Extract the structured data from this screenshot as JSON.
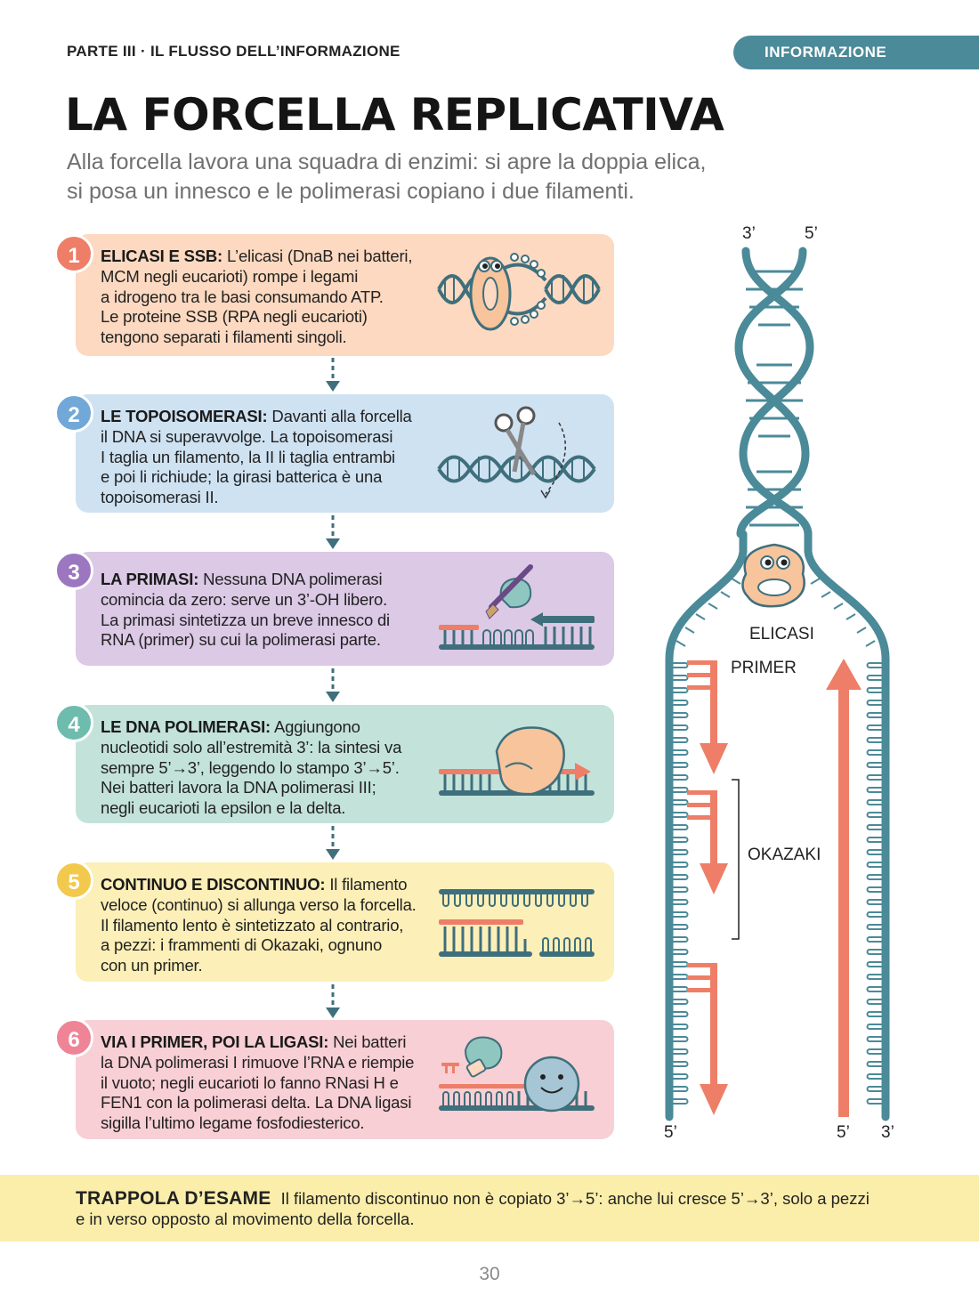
{
  "header": {
    "part": "PARTE III · IL FLUSSO DELL’INFORMAZIONE",
    "tab": "INFORMAZIONE",
    "accent_color": "#4b8a98"
  },
  "title": "LA FORCELLA REPLICATIVA",
  "subtitle": {
    "line1": "Alla forcella lavora una squadra di enzimi: si apre la doppia elica,",
    "line2": "si posa un innesco e le polimerasi copiano i due filamenti."
  },
  "steps": [
    {
      "number": "1",
      "heading": "ELICASI E SSB",
      "sep": ":",
      "lines": [
        "L’elicasi (DnaB nei batteri,",
        "MCM negli eucarioti) rompe i legami",
        "a idrogeno tra le basi consumando ATP.",
        "Le proteine SSB (RPA negli eucarioti)",
        "tengono separati i filamenti singoli."
      ],
      "icon": "helicase-opening-helix-icon",
      "card_color": "#fcd9c0",
      "badge_color": "#ee7e67"
    },
    {
      "number": "2",
      "heading": "LE TOPOISOMERASI:",
      "sep": "",
      "lines": [
        "Davanti alla forcella",
        "il DNA si superavvolge. La topoisomerasi",
        "I taglia un filamento, la II li taglia entrambi",
        "e poi li richiude; la girasi batterica è una",
        "topoisomerasi II."
      ],
      "icon": "scissors-cutting-helix-icon",
      "card_color": "#cfe2f2",
      "badge_color": "#72a8d8"
    },
    {
      "number": "3",
      "heading": "LA PRIMASI",
      "sep": ":",
      "lines": [
        "Nessuna DNA polimerasi",
        "comincia da zero: serve un 3’-OH libero.",
        "La primasi sintetizza un breve innesco di",
        "RNA (primer) su cui la polimerasi parte."
      ],
      "icon": "paintbrush-primer-icon",
      "card_color": "#dbc9e6",
      "badge_color": "#9c77c0"
    },
    {
      "number": "4",
      "heading": "LE DNA POLIMERASI",
      "sep": ":",
      "lines": [
        "Aggiungono",
        "nucleotidi solo all’estremità 3’: la sintesi va",
        "sempre 5’→3’, leggendo lo stampo 3’→5’.",
        "Nei batteri lavora la DNA polimerasi III;",
        "negli eucarioti la epsilon e la delta."
      ],
      "icon": "polymerase-hand-icon",
      "card_color": "#c3e3da",
      "badge_color": "#6dbcae"
    },
    {
      "number": "5",
      "heading": "CONTINUO E DISCONTINUO",
      "sep": ":",
      "lines": [
        "Il filamento",
        "veloce (continuo) si allunga verso la forcella.",
        "Il filamento lento è sintetizzato al contrario,",
        "a pezzi: i frammenti di Okazaki, ognuno",
        "con un primer."
      ],
      "icon": "leading-lagging-strands-icon",
      "card_color": "#fcefb7",
      "badge_color": "#f2c94c"
    },
    {
      "number": "6",
      "heading": "VIA I PRIMER, POI LA LIGASI:",
      "sep": "",
      "lines": [
        "Nei batteri",
        "la DNA polimerasi I rimuove l’RNA e riempie",
        "il vuoto; negli eucarioti lo fanno RNasi H e",
        "FEN1 con la polimerasi delta. La DNA ligasi",
        "sigilla l’ultimo legame fosfodiesterico."
      ],
      "icon": "ligase-smiling-icon",
      "card_color": "#f8cfd5",
      "badge_color": "#ef8497"
    }
  ],
  "fork": {
    "top_left_end": "3’",
    "top_right_end": "5’",
    "helicase_label": "ELICASI",
    "primer_label": "PRIMER",
    "okazaki_label": "OKAZAKI",
    "bottom_left_end": "5’",
    "bottom_mid_end": "5’",
    "bottom_right_end": "3’",
    "strand_color": "#4b8a98",
    "new_strand_color": "#ee7e67"
  },
  "trap": {
    "heading": "TRAPPOLA D’ESAME",
    "line1": "Il filamento discontinuo non è copiato 3’→5’: anche lui cresce 5’→3’, solo a pezzi",
    "line2": "e in verso opposto al movimento della forcella.",
    "bg_color": "#fbeeaa"
  },
  "page_number": "30"
}
